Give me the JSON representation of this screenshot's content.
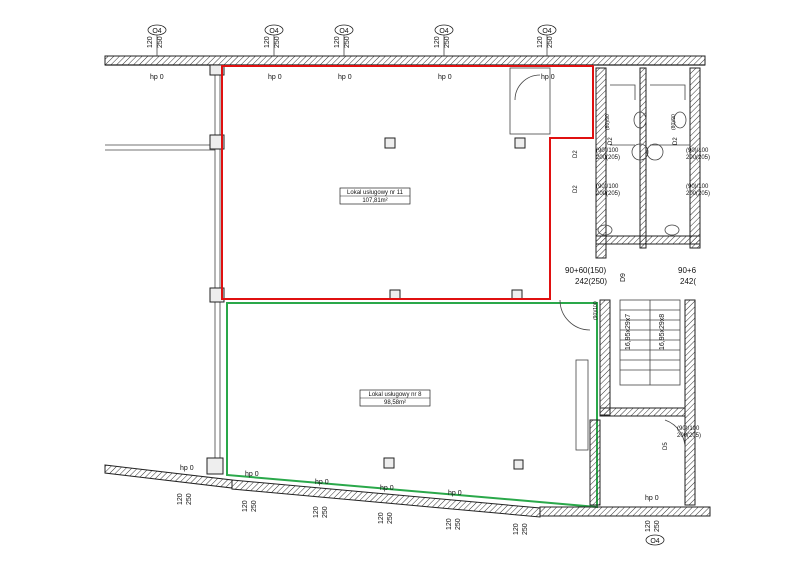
{
  "unit_lokal_11": {
    "name": "Lokal usługowy nr 11",
    "area": "107,81m²"
  },
  "unit_lokal_8": {
    "name": "Lokal usługowy nr 8",
    "area": "98,58m²"
  },
  "level_label": "hp 0",
  "window_type": "O4",
  "window_dims": {
    "w": "120",
    "h": "250"
  },
  "door_labels": {
    "d2": "D2",
    "d9": "D9",
    "d5": "D5",
    "d1": "D1",
    "s9090": "(90)/100",
    "s200205": "200(205)",
    "s8090": "(80)/90",
    "door_left": "90+60(150)",
    "door_left2": "242(250)",
    "door_right": "90+6",
    "door_right2": "242(",
    "stairs1": "16,95x29x7",
    "stairs2": "16,95x29x8",
    "small_red": "(90)/100"
  },
  "colors": {
    "red_outline": "#e01010",
    "green_outline": "#2aa84a"
  }
}
